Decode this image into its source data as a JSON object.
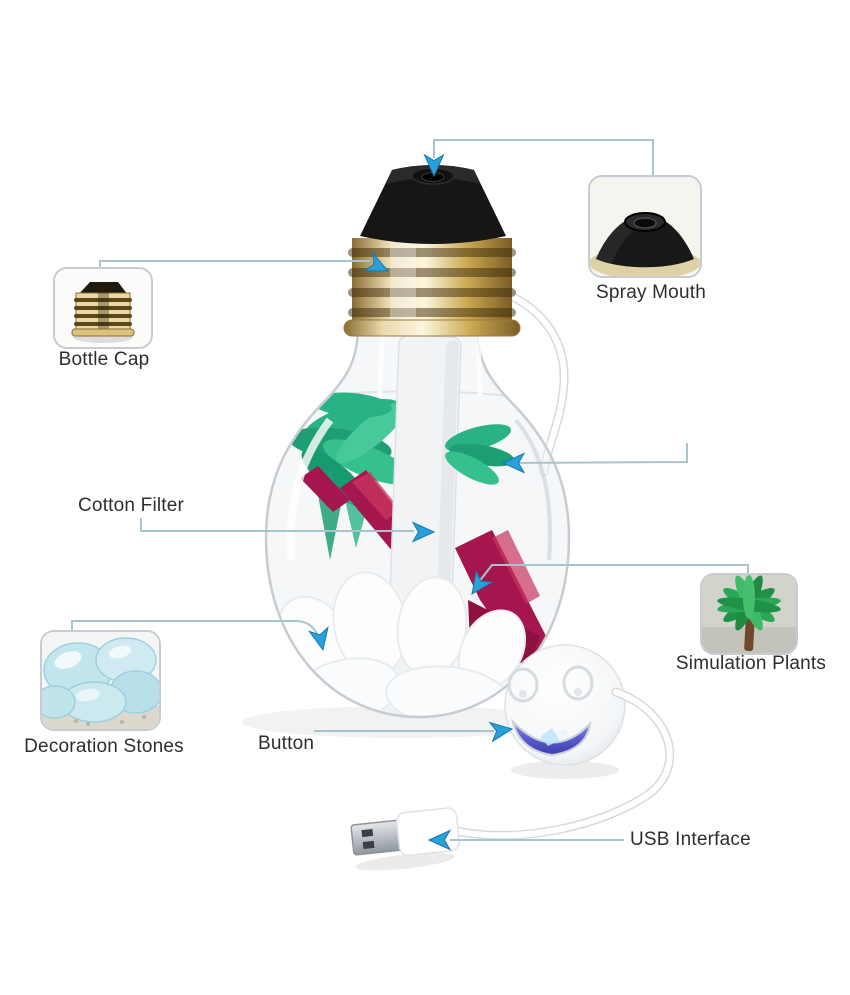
{
  "product": {
    "callouts": {
      "spray_mouth": "Spray Mouth",
      "bottle_cap": "Bottle Cap",
      "cotton_filter": "Cotton Filter",
      "simulation_plants": "Simulation Plants",
      "decoration_stones": "Decoration Stones",
      "button": "Button",
      "usb_interface": "USB Interface"
    },
    "colors": {
      "arrow_blue": "#2aa0da",
      "callout_line": "#a9c4cc",
      "label_text": "#2e2e2e",
      "plant_green": "#2ab287",
      "trunk_magenta": "#a4164d",
      "cap_gold": "#d8b964",
      "stone_blue": "#c2e6ee",
      "led_violet": "#5b5bd0"
    }
  }
}
